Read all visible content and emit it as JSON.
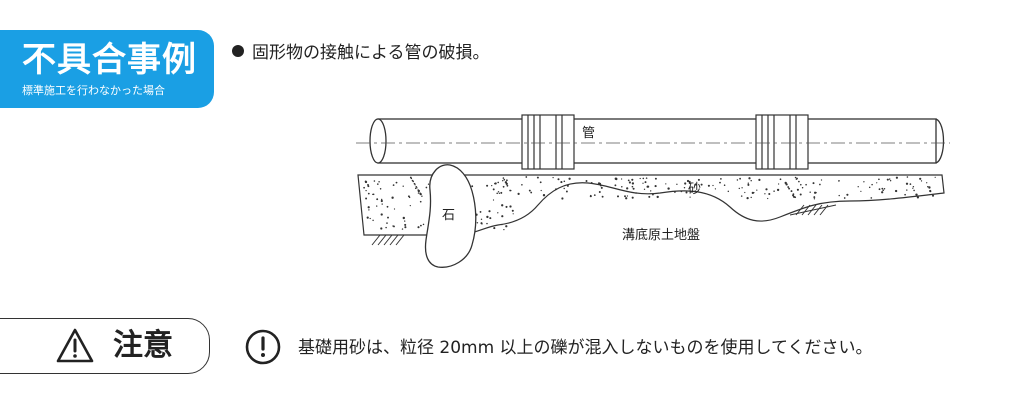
{
  "badge": {
    "title": "不具合事例",
    "subtitle": "標準施工を行わなかった場合",
    "color": "#1a9fe4"
  },
  "issue": {
    "text": "固形物の接触による管の破損。"
  },
  "diagram": {
    "labels": {
      "pipe": "管",
      "sand": "砂",
      "stone": "石",
      "trench_bottom": "溝底原土地盤"
    }
  },
  "caution": {
    "label": "注意",
    "text": "基礎用砂は、粒径 20mm 以上の礫が混入しないものを使用してください。"
  },
  "icons": {
    "bullet": "bullet-dot-icon",
    "warning": "warning-triangle-icon",
    "exclamation": "exclamation-circle-icon"
  }
}
